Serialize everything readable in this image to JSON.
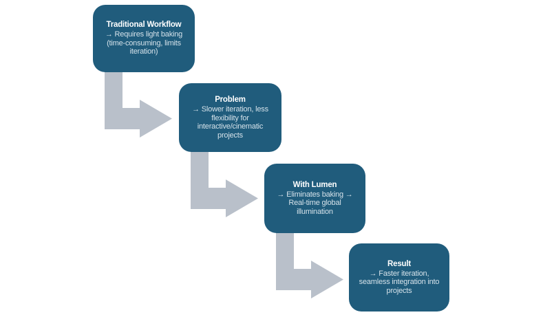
{
  "diagram": {
    "type": "step-flow",
    "background_color": "#ffffff",
    "box_color": "#205C7C",
    "title_color": "#ffffff",
    "body_text_color": "#d5e2ea",
    "arrow_color": "#b9c0ca",
    "steps": [
      {
        "title": "Traditional Workflow",
        "body": "→ Requires light baking (time-consuming, limits iteration)"
      },
      {
        "title": "Problem",
        "body": "→ Slower iteration, less flexibility for interactive/cinematic projects"
      },
      {
        "title": "With Lumen",
        "body": "→ Eliminates baking → Real-time global illumination"
      },
      {
        "title": "Result",
        "body": "→ Faster iteration, seamless integration into projects"
      }
    ]
  }
}
